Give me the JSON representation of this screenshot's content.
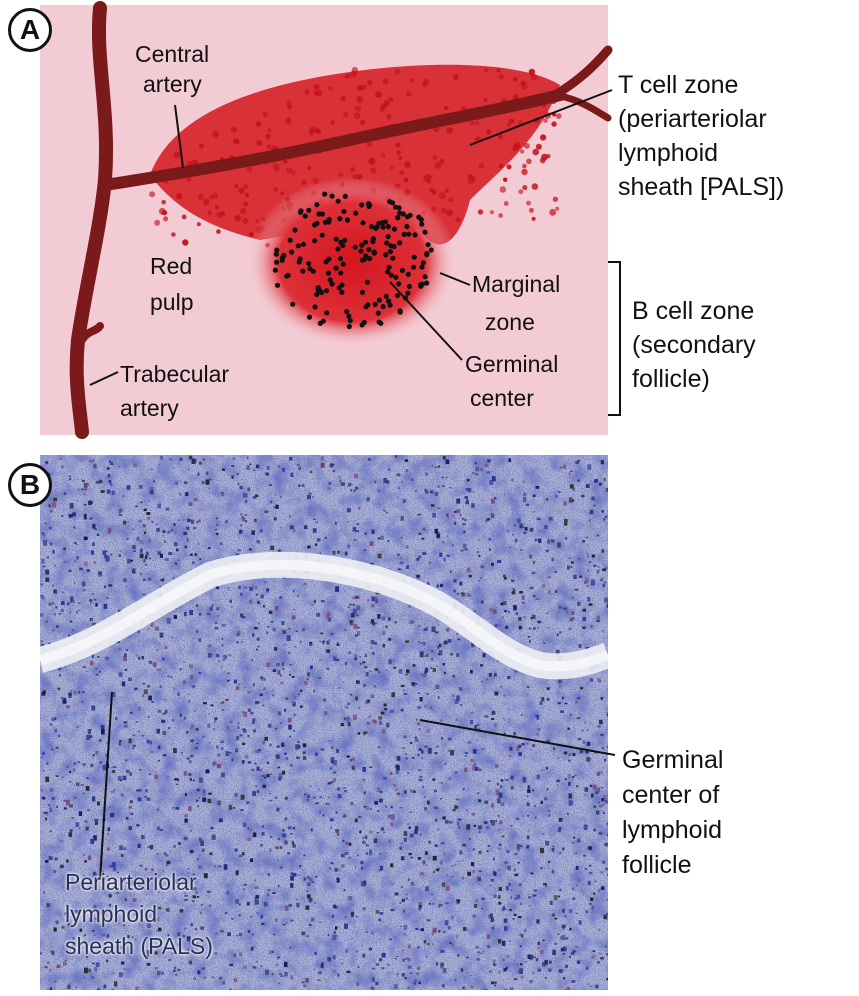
{
  "panel_a": {
    "letter": "A",
    "labels": {
      "central_artery_1": "Central",
      "central_artery_2": "artery",
      "red_pulp_1": "Red",
      "red_pulp_2": "pulp",
      "trabecular_1": "Trabecular",
      "trabecular_2": "artery",
      "marginal_1": "Marginal",
      "marginal_2": "zone",
      "germinal_1": "Germinal",
      "germinal_2": "center",
      "tcell_1": "T cell zone",
      "tcell_2": "(periarteriolar",
      "tcell_3": "lymphoid",
      "tcell_4": "sheath [PALS])",
      "bcell_1": "B cell zone",
      "bcell_2": "(secondary",
      "bcell_3": "follicle)"
    },
    "colors": {
      "background": "#f3cbd4",
      "artery": "#7a1a1a",
      "pals": "#cc1b22",
      "follicle_dots": "#111111"
    }
  },
  "panel_b": {
    "letter": "B",
    "labels": {
      "germinal_1": "Germinal",
      "germinal_2": "center of",
      "germinal_3": "lymphoid",
      "germinal_4": "follicle",
      "pals_1": "Periarteriolar",
      "pals_2": "lymphoid",
      "pals_3": "sheath (PALS)"
    },
    "colors": {
      "stain_dark": "#1f2a80",
      "stain_light": "#aab0d3",
      "vessel": "#e6eaf0"
    }
  }
}
